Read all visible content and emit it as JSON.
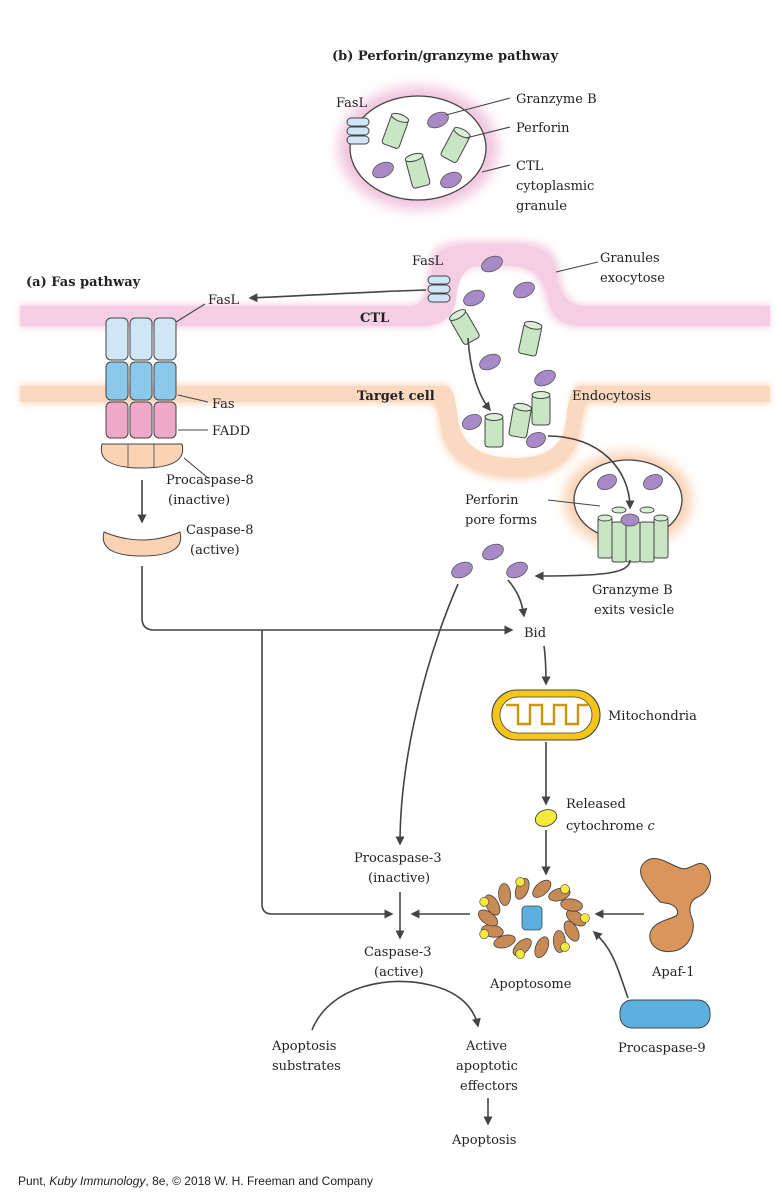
{
  "panels": {
    "b_title": "(b)  Perforin/granzyme pathway",
    "a_title": "(a)  Fas pathway"
  },
  "labels": {
    "fasl_granule": "FasL",
    "granzyme_b": "Granzyme B",
    "perforin": "Perforin",
    "ctl_granule_1": "CTL",
    "ctl_granule_2": "cytoplasmic",
    "ctl_granule_3": "granule",
    "fasl_exo": "FasL",
    "granules_exo_1": "Granules",
    "granules_exo_2": "exocytose",
    "fasl_left": "FasL",
    "ctl_membrane": "CTL",
    "target_cell": "Target cell",
    "endocytosis": "Endocytosis",
    "fas": "Fas",
    "fadd": "FADD",
    "procasp8_1": "Procaspase-8",
    "procasp8_2": "(inactive)",
    "casp8_1": "Caspase-8",
    "casp8_2": "(active)",
    "pore_1": "Perforin",
    "pore_2": "pore forms",
    "gzb_exit_1": "Granzyme B",
    "gzb_exit_2": "exits vesicle",
    "bid": "Bid",
    "mito": "Mitochondria",
    "cytc_1": "Released",
    "cytc_2": "cytochrome",
    "cytc_3": "c",
    "procasp3_1": "Procaspase-3",
    "procasp3_2": "(inactive)",
    "casp3_1": "Caspase-3",
    "casp3_2": "(active)",
    "apoptosome": "Apoptosome",
    "apaf1": "Apaf-1",
    "procasp9": "Procaspase-9",
    "substrates_1": "Apoptosis",
    "substrates_2": "substrates",
    "effectors_1": "Active",
    "effectors_2": "apoptotic",
    "effectors_3": "effectors",
    "apoptosis": "Apoptosis"
  },
  "credit": {
    "prefix": "Punt, ",
    "book": "Kuby Immunology",
    "suffix": ", 8e, © 2018 W. H. Freeman and Company"
  },
  "colors": {
    "ctl_membrane": "#f2c6de",
    "target_membrane": "#fad2b4",
    "granzyme": "#a98ac8",
    "perforin": "#c9e6c4",
    "fasl": "#cfe6f6",
    "fas": "#8cc8ec",
    "fadd": "#f0a8c8",
    "caspase8": "#fad2b4",
    "mitochondria": "#f5c518",
    "cytochrome_c": "#f4ea3a",
    "apoptosome": "#c98b55",
    "apaf1": "#d9955a",
    "procaspase9": "#5bb0e0"
  }
}
